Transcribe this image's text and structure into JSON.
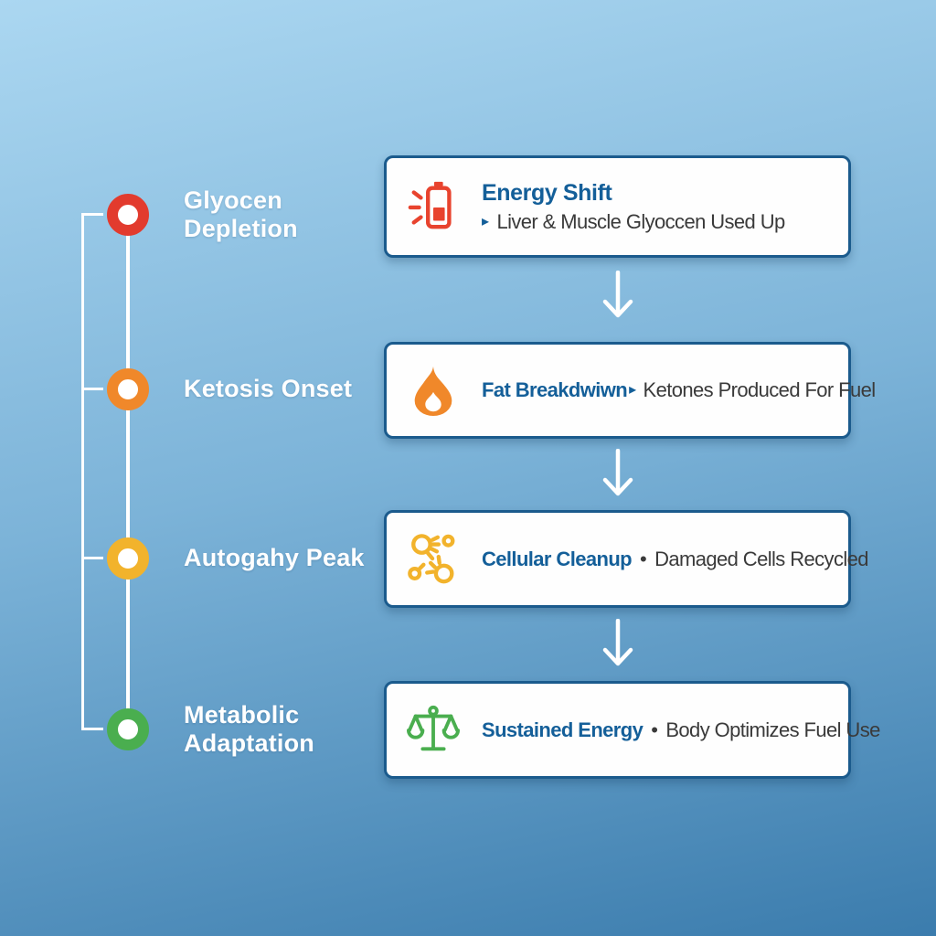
{
  "colors": {
    "background_top": "#abd7f1",
    "background_bottom": "#3b7cad",
    "timeline_line": "#ffffff",
    "card_border": "#1b5b8d",
    "card_background": "#fefefe",
    "title_blue": "#145f99",
    "body_text": "#3a3a3a",
    "stage_red": "#e23b2e",
    "stage_orange": "#f0882a",
    "stage_yellow": "#f2b32c",
    "stage_green": "#4aae4f"
  },
  "timeline": {
    "stages": [
      {
        "label": "Glyocen Depletion",
        "dot_color": "#e23b2e"
      },
      {
        "label": "Ketosis Onset",
        "dot_color": "#f0882a"
      },
      {
        "label": "Autogahy Peak",
        "dot_color": "#f2b32c"
      },
      {
        "label": "Metabolic Adaptation",
        "dot_color": "#4aae4f"
      }
    ]
  },
  "cards": [
    {
      "icon": "low-battery-alert-icon",
      "icon_color": "#e8432e",
      "title": "Energy Shift",
      "bullet": "▸",
      "description": "Liver & Muscle Glyoccen Used Up"
    },
    {
      "icon": "flame-icon",
      "icon_color": "#f0882a",
      "title": "Fat Breakdwiwn",
      "bullet": "▸",
      "description": "Ketones Produced For Fuel"
    },
    {
      "icon": "cell-network-icon",
      "icon_color": "#f2b32c",
      "title": "Cellular Cleanup",
      "bullet": "•",
      "description": "Damaged Cells Recycled"
    },
    {
      "icon": "balance-scale-icon",
      "icon_color": "#4aae4f",
      "title": "Sustained Energy",
      "bullet": "•",
      "description": "Body Optimizes Fuel Use"
    }
  ]
}
